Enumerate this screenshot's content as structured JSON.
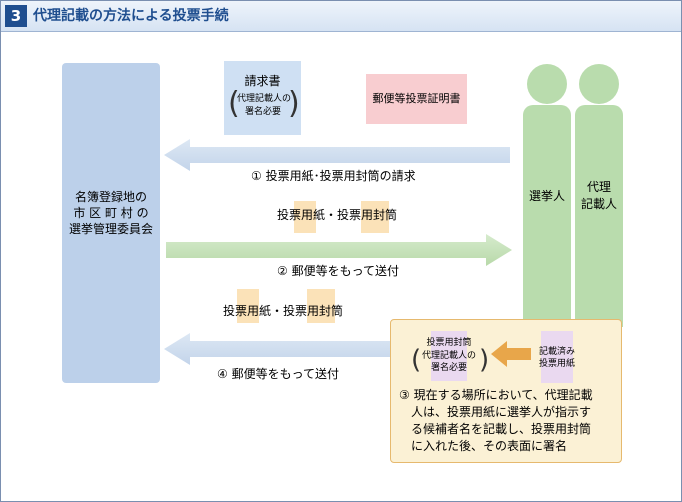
{
  "header": {
    "badge": "3",
    "title": "代理記載の方法による投票手続"
  },
  "committee": {
    "lines": [
      "名簿登録地の",
      "市 区 町 村 の",
      "選挙管理委員会"
    ]
  },
  "people": {
    "voter": "選挙人",
    "proxy_line1": "代理",
    "proxy_line2": "記載人"
  },
  "docs": {
    "request": {
      "title": "請求書",
      "note_line1": "代理記載人の",
      "note_line2": "署名必要"
    },
    "certificate": "郵便等投票証明書",
    "ballot_set": "投票用紙・投票用封筒"
  },
  "steps": {
    "step1": "① 投票用紙･投票用封筒の請求",
    "step2": "② 郵便等をもって送付",
    "step4": "④ 郵便等をもって送付",
    "step3_lines": [
      "③ 現在する場所において、代理記載",
      "人は、投票用紙に選挙人が指示す",
      "る候補者名を記載し、投票用封筒",
      "に入れた後、その表面に署名"
    ]
  },
  "callout": {
    "envelope_line1": "投票用封筒",
    "envelope_line2": "代理記載人の",
    "envelope_line3": "署名必要",
    "filled_line1": "記載済み",
    "filled_line2": "投票用紙"
  },
  "colors": {
    "committee": "#bcd0ea",
    "voter": "#b9dcad",
    "arrow_blue": "#c6d6ea",
    "arrow_green": "#bcdcae",
    "arrow_orange": "#e8a64a",
    "paper": "#fbe2b8",
    "certificate": "#f8cdd0"
  }
}
